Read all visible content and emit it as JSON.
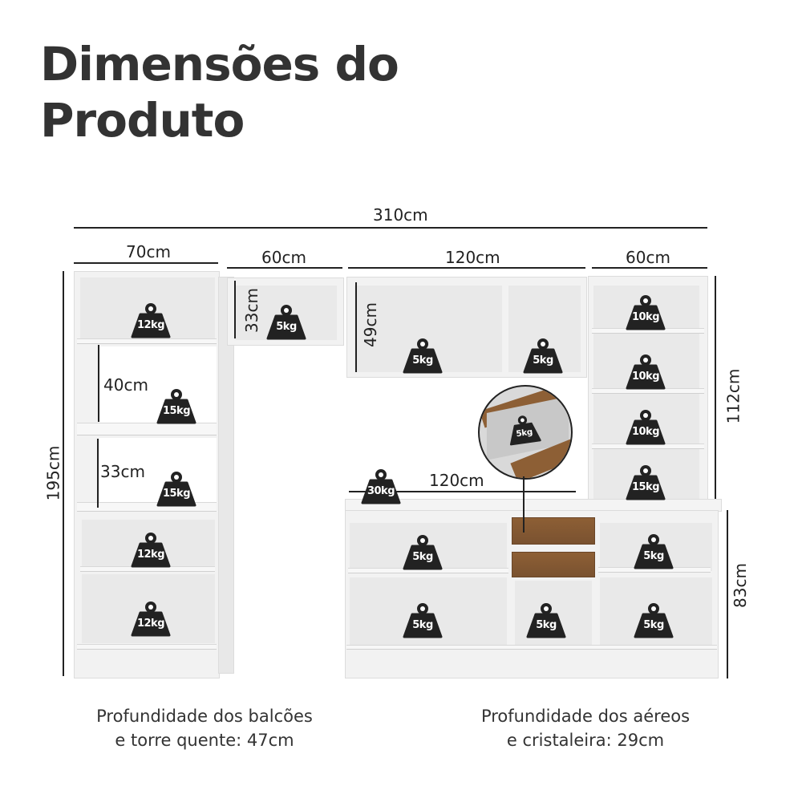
{
  "title": {
    "line1": "Dimensões do",
    "line2": "Produto"
  },
  "dimensions": {
    "total_width": "310cm",
    "module_widths": [
      "70cm",
      "60cm",
      "120cm",
      "60cm"
    ],
    "tower_height": "195cm",
    "tower_niche_1": "40cm",
    "tower_niche_2": "33cm",
    "aereo_60_height": "33cm",
    "aereo_120_height": "49cm",
    "cristaleira_height": "112cm",
    "balcao_width": "120cm",
    "balcao_height": "83cm"
  },
  "weights": {
    "tower": [
      "12kg",
      "15kg",
      "15kg",
      "12kg",
      "12kg"
    ],
    "aereo_60": "5kg",
    "aereo_120": [
      "5kg",
      "5kg"
    ],
    "cristaleira": [
      "10kg",
      "10kg",
      "10kg",
      "15kg"
    ],
    "balcao_top": "30kg",
    "drawer_detail": "5kg",
    "balcao_left": [
      "5kg",
      "5kg"
    ],
    "balcao_middle": "5kg",
    "balcao_right": [
      "5kg",
      "5kg"
    ]
  },
  "notes": {
    "left_line1": "Profundidade dos balcões",
    "left_line2": "e torre quente: 47cm",
    "right_line1": "Profundidade dos aéreos",
    "right_line2": "e cristaleira: 29cm"
  },
  "colors": {
    "text": "#333333",
    "weight_icon": "#222222",
    "wood": "#8d5f35",
    "furniture": "#f2f2f2"
  }
}
